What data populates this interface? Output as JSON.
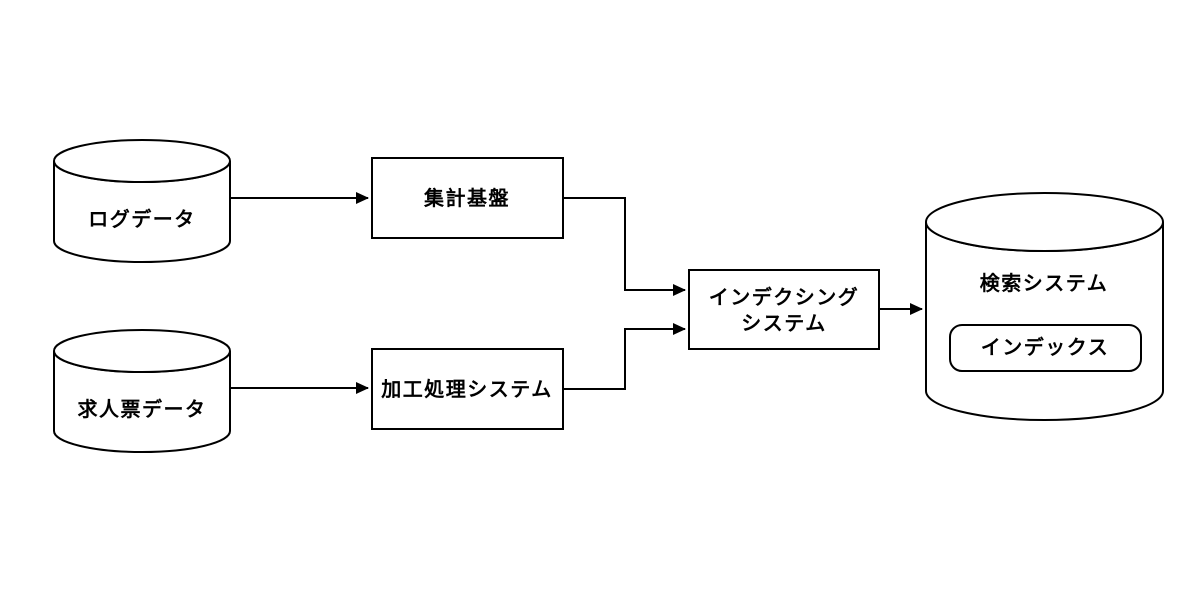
{
  "diagram": {
    "title": "search-system-data-flow",
    "background_color": "#ffffff",
    "stroke_color": "#000000",
    "text_color": "#000000",
    "nodes": {
      "log_data": {
        "shape": "cylinder",
        "label": "ログデータ"
      },
      "job_posting_data": {
        "shape": "cylinder",
        "label": "求人票データ"
      },
      "aggregation_platform": {
        "shape": "rect",
        "label": "集計基盤"
      },
      "processing_system": {
        "shape": "rect",
        "label": "加工処理システム"
      },
      "indexing_system": {
        "shape": "rect",
        "label_line1": "インデクシング",
        "label_line2": "システム"
      },
      "search_system": {
        "shape": "cylinder",
        "label": "検索システム"
      },
      "index_store": {
        "shape": "rounded-rect",
        "label": "インデックス"
      }
    },
    "edges": [
      {
        "from": "log_data",
        "to": "aggregation_platform",
        "style": "arrow"
      },
      {
        "from": "job_posting_data",
        "to": "processing_system",
        "style": "arrow"
      },
      {
        "from": "aggregation_platform",
        "to": "indexing_system",
        "style": "elbow-arrow"
      },
      {
        "from": "processing_system",
        "to": "indexing_system",
        "style": "elbow-arrow"
      },
      {
        "from": "indexing_system",
        "to": "search_system",
        "style": "arrow"
      }
    ]
  }
}
